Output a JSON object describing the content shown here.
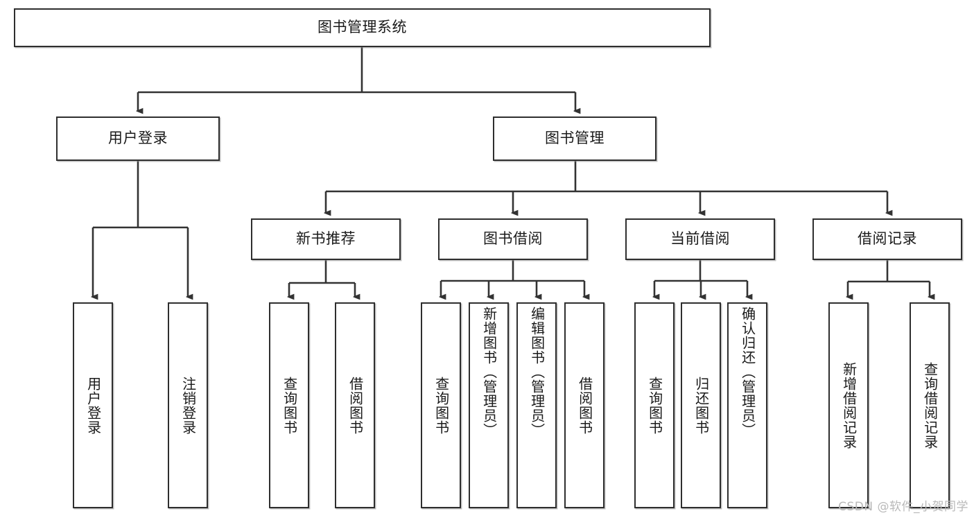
{
  "diagram": {
    "title": "图书管理系统",
    "type": "tree",
    "orientation": "top-down",
    "colors": {
      "box_border": "#2e2e2e",
      "box_fill": "#ffffff",
      "connector": "#333333",
      "text": "#1a1a1a",
      "watermark": "#b9b9b9",
      "background": "#ffffff"
    }
  },
  "root": {
    "label": "图书管理系统"
  },
  "level1": [
    {
      "label": "用户登录"
    },
    {
      "label": "图书管理"
    }
  ],
  "level2": [
    {
      "label": "新书推荐"
    },
    {
      "label": "图书借阅"
    },
    {
      "label": "当前借阅"
    },
    {
      "label": "借阅记录"
    }
  ],
  "leaves": {
    "user_login": [
      {
        "label": "用户登录"
      },
      {
        "label": "注销登录"
      }
    ],
    "new_book": [
      {
        "label": "查询图书"
      },
      {
        "label": "借阅图书"
      }
    ],
    "book_borrow": [
      {
        "label": "查询图书"
      },
      {
        "label": "新增图书（管理员）"
      },
      {
        "label": "编辑图书（管理员）"
      },
      {
        "label": "借阅图书"
      }
    ],
    "current_borrow": [
      {
        "label": "查询图书"
      },
      {
        "label": "归还图书"
      },
      {
        "label": "确认归还（管理员）"
      }
    ],
    "borrow_record": [
      {
        "label": "新增借阅记录"
      },
      {
        "label": "查询借阅记录"
      }
    ]
  },
  "watermark": {
    "text": "CSDN @软件_小贺同学"
  }
}
